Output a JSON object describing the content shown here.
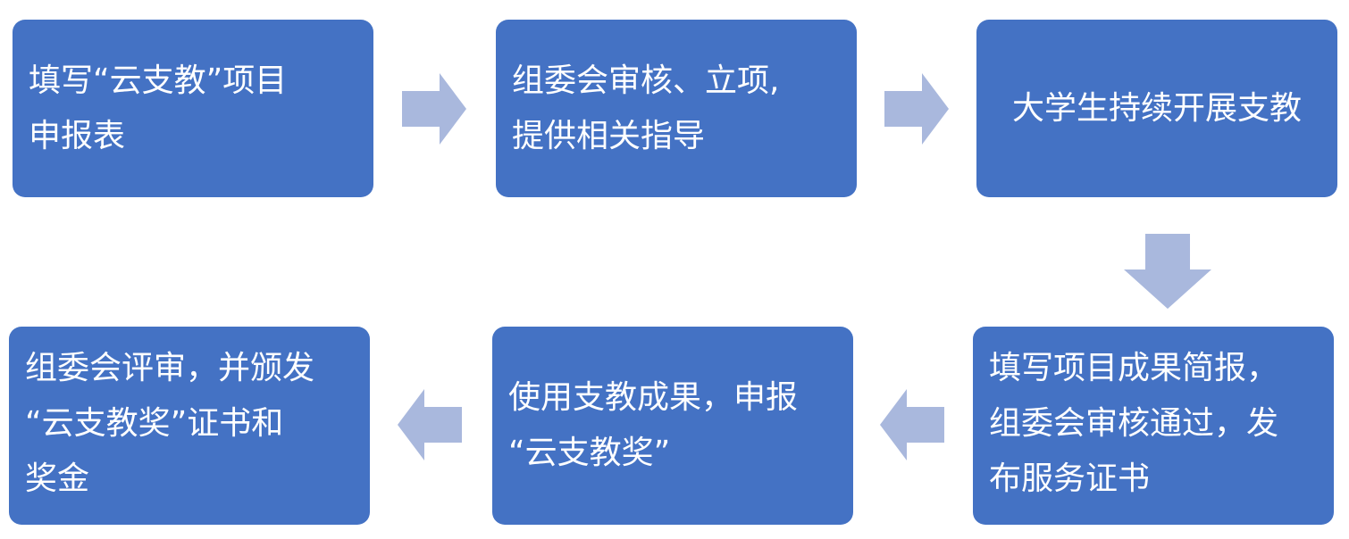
{
  "colors": {
    "box_fill": "#4472C4",
    "box_text": "#FFFFFF",
    "arrow_fill": "#A9B8DD"
  },
  "steps": [
    {
      "lines": [
        "填写“云支教”项目",
        "申报表"
      ]
    },
    {
      "lines": [
        "组委会审核、立项,",
        "提供相关指导"
      ]
    },
    {
      "lines": [
        "大学生持续开展支教"
      ]
    },
    {
      "lines": [
        "填写项目成果简报，",
        "组委会审核通过，发",
        "布服务证书"
      ]
    },
    {
      "lines": [
        "使用支教成果，申报",
        "“云支教奖”"
      ]
    },
    {
      "lines": [
        "组委会评审，并颁发",
        "“云支教奖”证书和",
        "奖金"
      ]
    }
  ],
  "arrows": [
    "right-arrow-icon",
    "right-arrow-icon",
    "down-arrow-icon",
    "left-arrow-icon",
    "left-arrow-icon"
  ]
}
